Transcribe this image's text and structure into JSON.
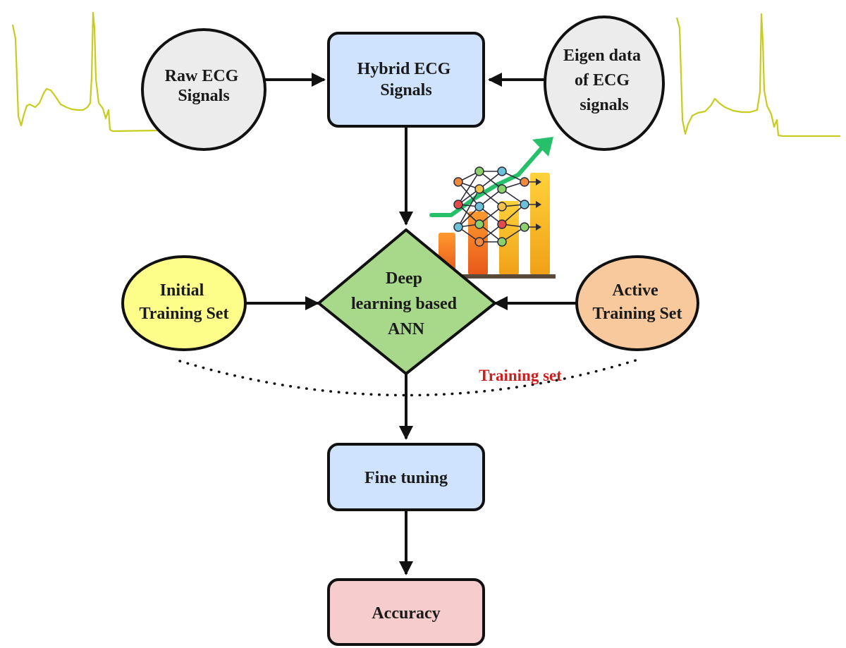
{
  "nodes": {
    "raw_ecg": {
      "lines": [
        "Raw ECG",
        "Signals"
      ]
    },
    "hybrid_ecg": {
      "lines": [
        "Hybrid ECG",
        "Signals"
      ]
    },
    "eigen_data": {
      "lines": [
        "Eigen data",
        "of ECG",
        "signals"
      ]
    },
    "ann": {
      "lines": [
        "Deep",
        "learning based",
        "ANN"
      ]
    },
    "initial_training": {
      "lines": [
        "Initial",
        "Training Set"
      ]
    },
    "active_training": {
      "lines": [
        "Active",
        "Training Set"
      ]
    },
    "fine_tuning": {
      "lines": [
        "Fine tuning"
      ]
    },
    "accuracy": {
      "lines": [
        "Accuracy"
      ]
    }
  },
  "edge_label": {
    "text": "Training set"
  },
  "colors": {
    "ecg_trace": "#c8cc1e",
    "ellipse_gray": "#ececec",
    "box_blue": "#cfe3ff",
    "diamond_green": "#a8d88a",
    "ellipse_yellow": "#fdfd8a",
    "ellipse_orange": "#f8c99c",
    "box_pink": "#f6cccc",
    "label_red": "#cc1f1f",
    "stroke": "#111111"
  },
  "icons": {
    "ann_chart": "neural-network-growth-chart-icon"
  }
}
